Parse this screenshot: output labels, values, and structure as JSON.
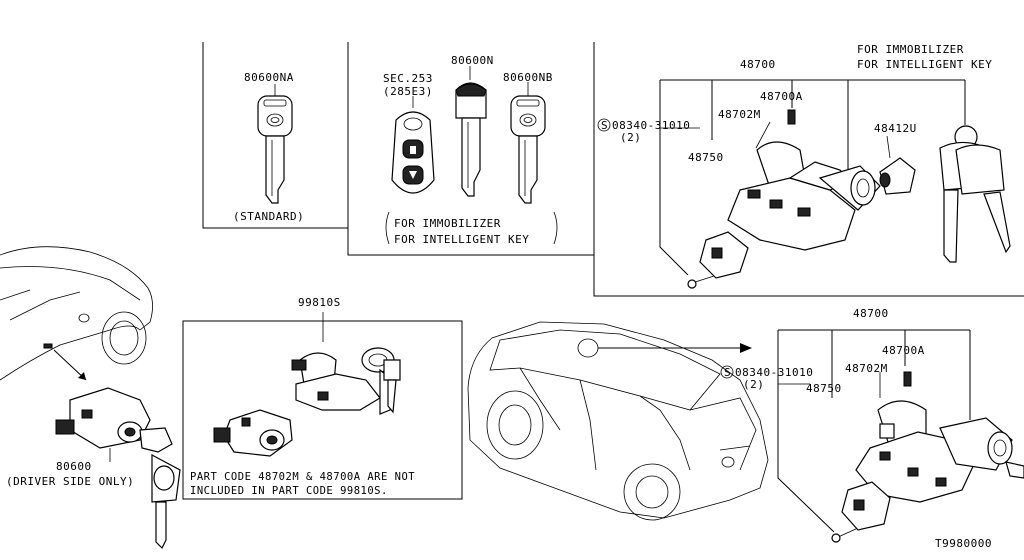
{
  "labels": {
    "p80600NA": "80600NA",
    "standard": "(STANDARD)",
    "sec253": "SEC.253",
    "sec285e3": "(285E3)",
    "p80600N": "80600N",
    "p80600NB": "80600NB",
    "immo_a1": "FOR IMMOBILIZER",
    "immo_a2": "FOR INTELLIGENT KEY",
    "p48700_top": "48700",
    "immo_b1": "FOR IMMOBILIZER",
    "immo_b2": "FOR INTELLIGENT KEY",
    "p48700A_top": "48700A",
    "p48702M_top": "48702M",
    "p48412U": "48412U",
    "screw_top": "08340-31010",
    "screw_top_qty": "(2)",
    "p48750_top": "48750",
    "p99810S": "99810S",
    "note_line1": "PART CODE 48702M & 48700A ARE NOT",
    "note_line2": "INCLUDED IN PART CODE 99810S.",
    "p80600": "80600",
    "driver_side": "(DRIVER SIDE ONLY)",
    "p48700_bot": "48700",
    "p48700A_bot": "48700A",
    "screw_bot": "08340-31010",
    "screw_bot_qty": "(2)",
    "p48702M_bot": "48702M",
    "p48750_bot": "48750",
    "s_symbol": "S",
    "diagram_code": "T9980000"
  }
}
